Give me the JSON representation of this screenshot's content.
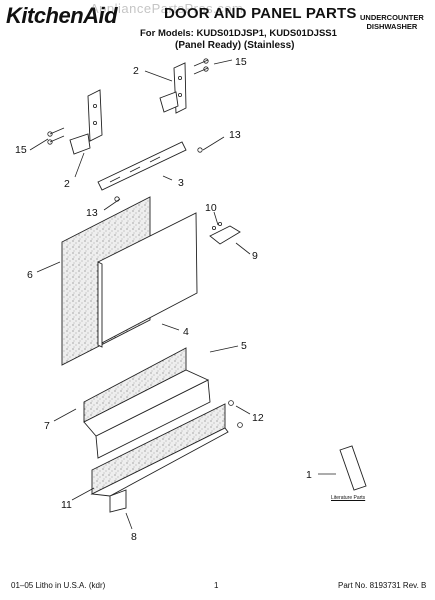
{
  "header": {
    "brand": "KitchenAid",
    "title": "DOOR AND PANEL PARTS",
    "models": "For Models: KUDS01DJSP1, KUDS01DJSS1",
    "variant": "(Panel Ready) (Stainless)",
    "category_line1": "UNDERCOUNTER",
    "category_line2": "DISHWASHER",
    "watermark": "AppliancePartsPros.com"
  },
  "callouts": [
    "1",
    "2",
    "2",
    "3",
    "4",
    "5",
    "6",
    "7",
    "8",
    "9",
    "10",
    "11",
    "12",
    "13",
    "13",
    "15",
    "15"
  ],
  "literature_label": "Literature Parts",
  "footer": {
    "left": "01–05 Litho in U.S.A. (kdr)",
    "page": "1",
    "right": "Part No. 8193731 Rev. B"
  }
}
